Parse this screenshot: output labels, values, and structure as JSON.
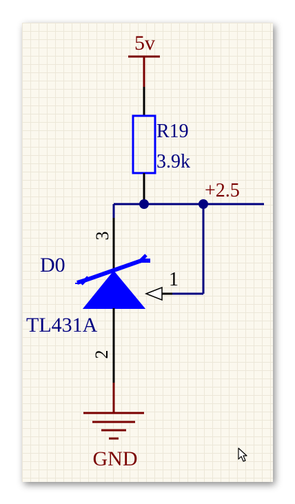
{
  "colors": {
    "sheet_background": "#fbf8ee",
    "grid": "#ece7d8",
    "wire": "#000080",
    "power_net": "#7a0000",
    "component": "#0000ff",
    "text_dark": "#000000"
  },
  "nets": {
    "supply_label": "5v",
    "ground_label": "GND",
    "output_label": "+2.5"
  },
  "resistor": {
    "designator": "R19",
    "value": "3.9k"
  },
  "regulator": {
    "designator": "D0",
    "part": "TL431A",
    "pin_cathode": "3",
    "pin_anode": "2",
    "pin_ref": "1"
  },
  "cursor": {
    "icon": "mouse-pointer-icon"
  }
}
